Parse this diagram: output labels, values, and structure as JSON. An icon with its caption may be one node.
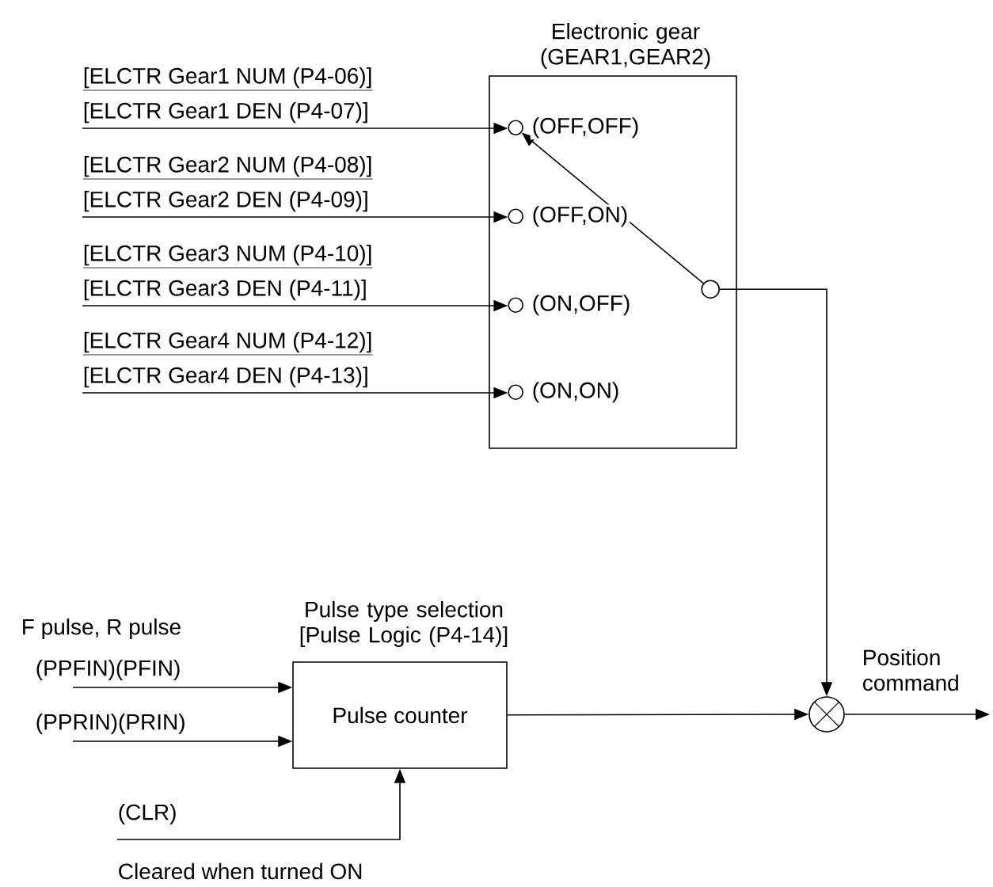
{
  "diagram": {
    "nodes": [
      {
        "text": [
          "Electronic gear (GEAR1,GEAR2)"
        ]
      },
      {
        "text": [],
        "shape": "circle",
        "in": 0,
        "beside": [
          "(OFF,OFF)"
        ]
      },
      {
        "text": [],
        "shape": "circle",
        "in": 0,
        "beside": [
          "(OFF,ON)"
        ]
      },
      {
        "text": [],
        "shape": "circle",
        "in": 0,
        "beside": [
          "(ON,OFF)"
        ]
      },
      {
        "text": [],
        "shape": "circle",
        "in": 0,
        "beside": [
          "(ON,ON)"
        ]
      },
      {
        "text": [],
        "shape": "circle",
        "in": 0
      },
      {
        "text": [
          "Pulse counter"
        ],
        "beside": [
          "Pulse type selection [Pulse Logic (P4-14)]"
        ]
      },
      {
        "text": [],
        "shape": "circle"
      },
      {
        "text": [
          "[ELCTR Gear1 NUM (P4-06)]",
          "[ELCTR Gear1 DEN (P4-07)]"
        ]
      },
      {
        "text": [
          "[ELCTR Gear2 NUM (P4-08)]",
          "[ELCTR Gear2 DEN (P4-09)]"
        ]
      },
      {
        "text": [
          "[ELCTR Gear3 NUM (P4-10)]",
          "[ELCTR Gear3 DEN (P4-11)]"
        ]
      },
      {
        "text": [
          "[ELCTR Gear4 NUM (P4-12)]",
          "[ELCTR Gear4 DEN (P4-13)]"
        ]
      }
    ],
    "edges": [
      {
        "from": 8,
        "to": 1,
        "arrow": "to"
      },
      {
        "from": 9,
        "to": 2,
        "arrow": "to"
      },
      {
        "from": 10,
        "to": 3,
        "arrow": "to"
      },
      {
        "from": 11,
        "to": 4,
        "arrow": "to"
      },
      {
        "from": 5,
        "to": 1,
        "arrow": "to"
      },
      {
        "from": 5,
        "to": 7,
        "arrow": "to"
      },
      {
        "from": null,
        "to": 6,
        "arrow": "to",
        "label": "(PPFIN)(PFIN)"
      },
      {
        "from": null,
        "to": 6,
        "arrow": "to",
        "label": "(PPRIN)(PRIN)"
      },
      {
        "from": null,
        "to": 6,
        "arrow": "to",
        "label": "(CLR)"
      },
      {
        "from": 6,
        "to": 7,
        "arrow": "to"
      },
      {
        "from": 7,
        "to": null,
        "arrow": "to",
        "label": "Position command"
      }
    ],
    "labels": [
      "F pulse, R pulse",
      "Cleared when turned ON"
    ]
  }
}
